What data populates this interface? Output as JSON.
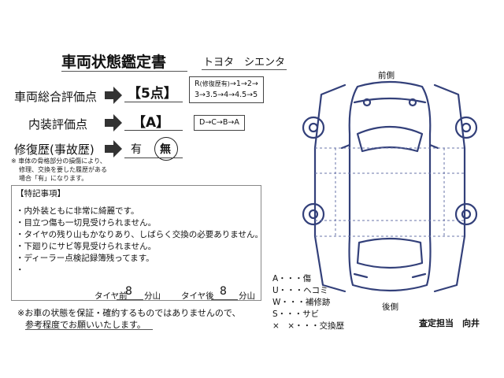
{
  "title": "車両状態鑑定書",
  "vehicle": "トヨタ　シエンタ",
  "overall_score": {
    "label": "車両総合評価点",
    "value": "【5点】"
  },
  "interior_score": {
    "label": "内装評価点",
    "value": "【A】"
  },
  "repair_history": {
    "label": "修復歴(事故歴)",
    "option_yes": "有",
    "option_no": "無",
    "selected": "無"
  },
  "repair_note": [
    "※ 車体の骨格部分の損傷により、",
    "修理、交換を要した履歴がある",
    "場合「有」になります。"
  ],
  "overall_scale": {
    "line1_prefix": "R",
    "line1_small": "(修復歴有)",
    "line1_rest": "→1→2→",
    "line2": "3→3.5→4→4.5→5"
  },
  "interior_scale": "D→C→B→A",
  "remarks": {
    "title": "【特記事項】",
    "items": [
      "・内外装ともに非常に綺麗です。",
      "・目立つ傷も一切見受けられません。",
      "・タイヤの残り山もかなりあり、しばらく交換の必要ありません。",
      "・下廻りにサビ等見受けられません。",
      "・ディーラー点検記録簿残ってます。",
      "・"
    ],
    "tread_front_label": "タイヤ前",
    "tread_front_value": "8",
    "tread_rear_label": "タイヤ後",
    "tread_rear_value": "8",
    "tread_unit": "分山"
  },
  "footer_note": [
    "※お車の状態を保証・確約するものではありませんので、",
    "参考程度でお願いいたします。"
  ],
  "diagram": {
    "front_label": "前側",
    "rear_label": "後側"
  },
  "legend": [
    "A・・・傷",
    "U・・・ヘコミ",
    "W・・・補修跡",
    "S・・・サビ",
    "×　×・・・交換歴"
  ],
  "assessor": "査定担当　向井"
}
